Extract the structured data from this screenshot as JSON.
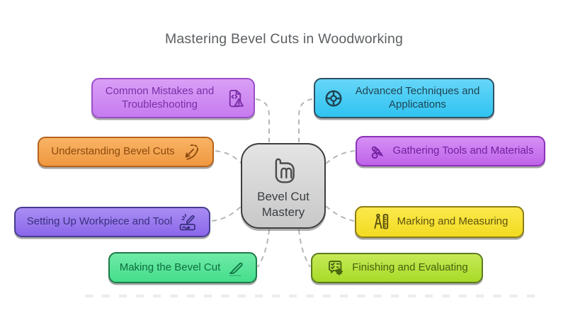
{
  "title": {
    "text": "Mastering Bevel Cuts in Woodworking",
    "color": "#5c6063"
  },
  "center": {
    "id": "center",
    "label": "Bevel Cut Mastery",
    "icon": "mint-leaf-m-icon",
    "colors": {
      "fill_top": "#e4e4e4",
      "fill_bottom": "#c8c8c8",
      "border": "#3e3e3e",
      "text": "#3a3d40"
    }
  },
  "nodes": [
    {
      "id": "common",
      "label": "Common Mistakes and Troubleshooting",
      "icon": "file-code-warning-icon",
      "icon_side": "right",
      "colors": {
        "fill_top": "#d99ff6",
        "fill_bottom": "#c67bef",
        "border": "#9b4fc8",
        "text": "#7b2fa8"
      }
    },
    {
      "id": "advanced",
      "label": "Advanced Techniques and Applications",
      "icon": "wheel-icon",
      "icon_side": "left",
      "colors": {
        "fill_top": "#66d6f8",
        "fill_bottom": "#2fc3f1",
        "border": "#2e5263",
        "text": "#1f4554"
      }
    },
    {
      "id": "understand",
      "label": "Understanding Bevel Cuts",
      "icon": "bevel-corner-arrow-icon",
      "icon_side": "right",
      "colors": {
        "fill_top": "#f9b465",
        "fill_bottom": "#ef9840",
        "border": "#b5641c",
        "text": "#8c4a0d"
      }
    },
    {
      "id": "gathering",
      "label": "Gathering Tools and Materials",
      "icon": "crossed-tools-icon",
      "icon_side": "left",
      "colors": {
        "fill_top": "#d68ff5",
        "fill_bottom": "#bf63e9",
        "border": "#8b32b7",
        "text": "#731fa0"
      }
    },
    {
      "id": "setup",
      "label": "Setting Up Workpiece and Tool",
      "icon": "etching-pen-icon",
      "icon_side": "right",
      "colors": {
        "fill_top": "#a98df2",
        "fill_bottom": "#8b67ea",
        "border": "#453d8f",
        "text": "#39307f"
      }
    },
    {
      "id": "marking",
      "label": "Marking and Measuring",
      "icon": "compass-ruler-icon",
      "icon_side": "left",
      "colors": {
        "fill_top": "#fbe94c",
        "fill_bottom": "#f3db21",
        "border": "#8c7e14",
        "text": "#5d540f"
      }
    },
    {
      "id": "making",
      "label": "Making the Bevel Cut",
      "icon": "scalpel-icon",
      "icon_side": "right",
      "colors": {
        "fill_top": "#6feaa8",
        "fill_bottom": "#45de8c",
        "border": "#1d7a48",
        "text": "#0e6e3e"
      }
    },
    {
      "id": "finishing",
      "label": "Finishing and Evaluating",
      "icon": "checklist-gear-icon",
      "icon_side": "left",
      "colors": {
        "fill_top": "#c6e957",
        "fill_bottom": "#a7db27",
        "border": "#5c7a1e",
        "text": "#44610e"
      }
    }
  ],
  "connectors": {
    "color": "#b2b8b2",
    "baseline_color": "#e9eee9"
  }
}
